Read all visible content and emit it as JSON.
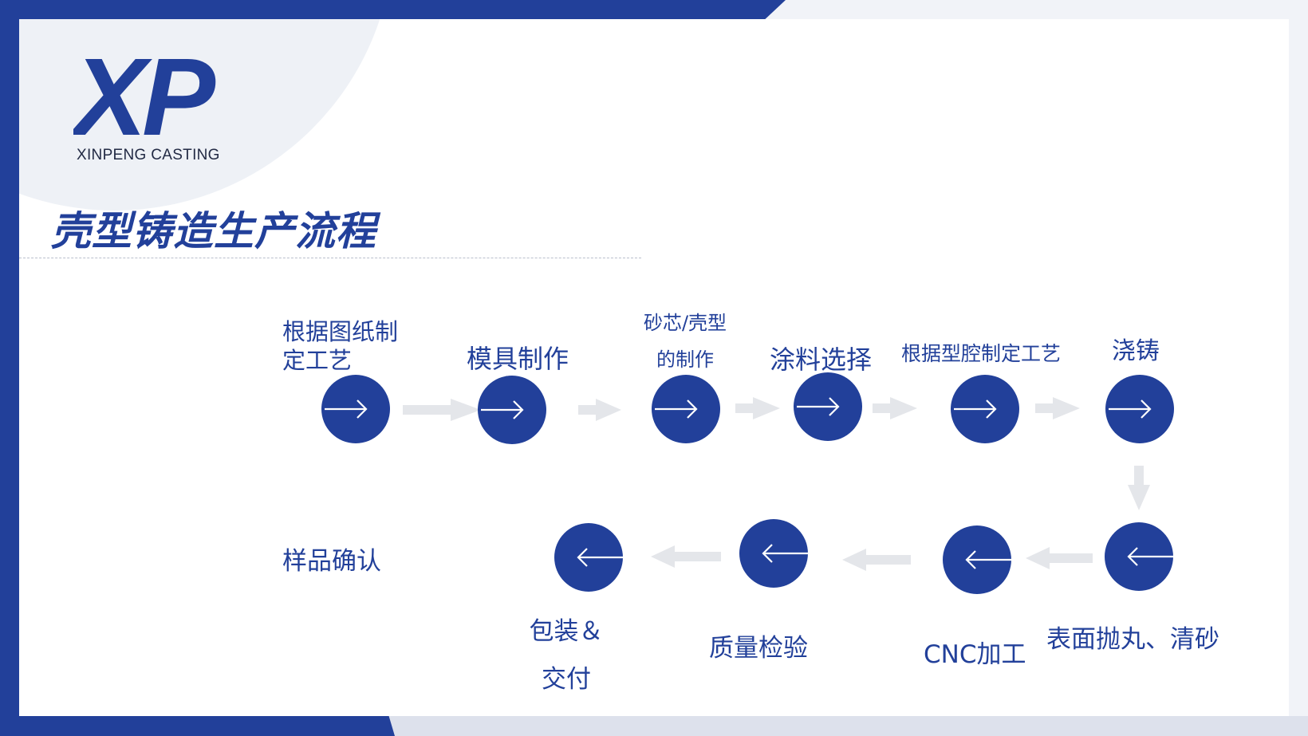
{
  "brand": {
    "logo_text": "XP",
    "subtitle": "XINPENG CASTING",
    "primary_color": "#22409a"
  },
  "title": "壳型铸造生产流程",
  "steps": [
    {
      "line1": "根据图纸制",
      "line2": "定工艺",
      "icon": "arrow-right-icon"
    },
    {
      "line1": "模具制作",
      "icon": "arrow-right-icon"
    },
    {
      "line1": "砂芯/壳型",
      "line2": "的制作",
      "icon": "arrow-right-icon"
    },
    {
      "line1": "涂料选择",
      "icon": "arrow-right-icon"
    },
    {
      "line1": "根据型腔制定工艺",
      "icon": "arrow-right-icon"
    },
    {
      "line1": "浇铸",
      "icon": "arrow-right-icon"
    },
    {
      "line1": "表面抛丸、清砂",
      "icon": "arrow-left-icon"
    },
    {
      "line1": "CNC加工",
      "icon": "arrow-left-icon"
    },
    {
      "line1": "质量检验",
      "icon": "arrow-left-icon"
    },
    {
      "line1": "包装＆",
      "line2": "交付",
      "icon": "arrow-left-icon"
    },
    {
      "line1": "样品确认"
    }
  ]
}
